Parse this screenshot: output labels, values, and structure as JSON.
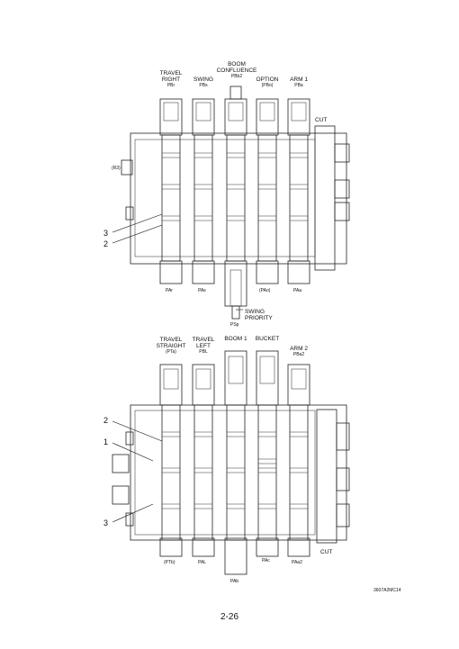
{
  "top": {
    "headers": [
      {
        "key": "travel_right",
        "lines": [
          "TRAVEL",
          "RIGHT"
        ],
        "port": "PBr"
      },
      {
        "key": "swing",
        "lines": [
          "SWING"
        ],
        "port": "PBs"
      },
      {
        "key": "boom_conf",
        "lines": [
          "BOOM",
          "CONFLUENCE"
        ],
        "port": "PBb2"
      },
      {
        "key": "option",
        "lines": [
          "OPTION"
        ],
        "port": "(PBo)"
      },
      {
        "key": "arm1",
        "lines": [
          "ARM 1"
        ],
        "port": "PBa"
      }
    ],
    "cut": "CUT",
    "r3": "(R3)",
    "callouts": [
      "3",
      "2"
    ],
    "bottom_ports": [
      "PAr",
      "PAs",
      "(PAo)",
      "PAa"
    ],
    "swing_priority": [
      "SWING",
      "PRIORITY"
    ],
    "psp": "PSp"
  },
  "bottom": {
    "headers": [
      {
        "key": "travel_straight",
        "lines": [
          "TRAVEL",
          "STRAIGHT"
        ],
        "port": "(PTa)"
      },
      {
        "key": "travel_left",
        "lines": [
          "TRAVEL",
          "LEFT"
        ],
        "port": "PBL"
      },
      {
        "key": "boom1",
        "lines": [
          "BOOM 1"
        ],
        "port": ""
      },
      {
        "key": "bucket",
        "lines": [
          "BUCKET"
        ],
        "port": ""
      },
      {
        "key": "arm2",
        "lines": [
          "ARM 2"
        ],
        "port": "PBa2"
      }
    ],
    "callouts": [
      "2",
      "1",
      "3"
    ],
    "bottom_ports": [
      "(PTb)",
      "PAL",
      "PAc",
      "PAa2"
    ],
    "cut": "CUT",
    "pab": "PAb"
  },
  "figure_code": "3607A2MC14",
  "page_number": "2-26"
}
